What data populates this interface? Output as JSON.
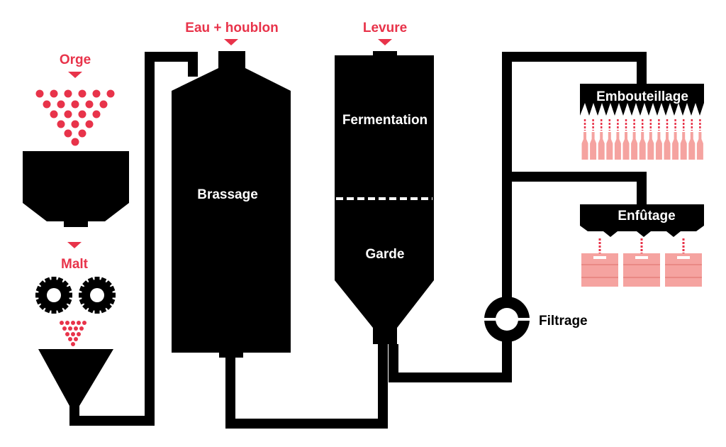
{
  "labels": {
    "orge": "Orge",
    "malt": "Malt",
    "eau_houblon": "Eau + houblon",
    "levure": "Levure",
    "brassage": "Brassage",
    "fermentation": "Fermentation",
    "garde": "Garde",
    "filtrage": "Filtrage",
    "embouteillage": "Embouteillage",
    "enfutage": "Enfûtage"
  },
  "colors": {
    "ink": "#000000",
    "accent": "#e8334a",
    "container": "#f5a3a0",
    "background": "#ffffff"
  },
  "icons": {
    "grain": "red-dot-icon",
    "mill": "gear-icon",
    "bottle": "bottle-icon",
    "keg": "keg-icon"
  }
}
